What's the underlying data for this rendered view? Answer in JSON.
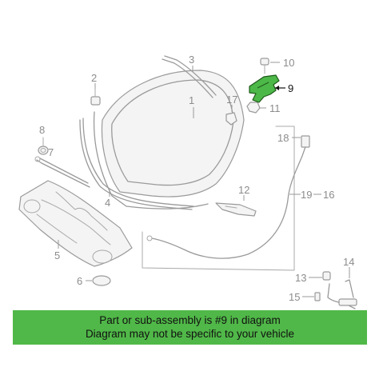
{
  "diagram": {
    "callouts": {
      "c1": "1",
      "c2": "2",
      "c3": "3",
      "c4": "4",
      "c5": "5",
      "c6": "6",
      "c7": "7",
      "c8": "8",
      "c9": "9",
      "c10": "10",
      "c11": "11",
      "c12": "12",
      "c13": "13",
      "c14": "14",
      "c15": "15",
      "c16": "16",
      "c17": "17",
      "c18": "18",
      "c19": "19"
    },
    "highlighted_part": "9",
    "highlight_color": "#4cb848"
  },
  "banner": {
    "line1": "Part or sub-assembly is #9 in diagram",
    "line2": "Diagram may not be specific to your vehicle",
    "background": "#50b848"
  }
}
